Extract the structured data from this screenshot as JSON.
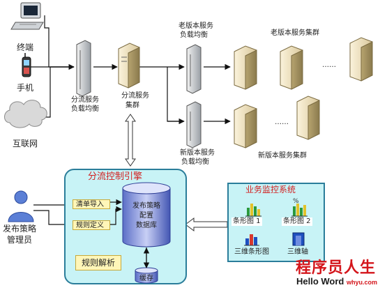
{
  "left": {
    "terminal": "终端",
    "phone": "手机",
    "internet": "互联网",
    "admin_line1": "发布策略",
    "admin_line2": "管理员"
  },
  "top": {
    "lb_main_line1": "分流服务",
    "lb_main_line2": "负载均衡",
    "cluster_main_line1": "分流服务",
    "cluster_main_line2": "集群",
    "old_lb_line1": "老版本服务",
    "old_lb_line2": "负载均衡",
    "old_cluster": "老版本服务集群",
    "new_lb_line1": "新版本服务",
    "new_lb_line2": "负载均衡",
    "new_cluster": "新版本服务集群",
    "ellipsis_old": "……",
    "ellipsis_new": "……"
  },
  "engine": {
    "title": "分流控制引擎",
    "import_list": "清单导入",
    "rule_define": "规则定义",
    "rule_parse": "规则解析",
    "db_line1": "发布策略",
    "db_line2": "配置",
    "db_line3": "数据库",
    "cache": "缓存"
  },
  "monitor": {
    "title": "业务监控系统",
    "items": [
      "条形图 1",
      "条形图 2",
      "三维条形图",
      "三维轴"
    ]
  },
  "watermark": {
    "title": "程序员人生",
    "sub": "Hello Word",
    "url": "whyu.com"
  },
  "colors": {
    "engine_bg": "#c8f3f6",
    "engine_border": "#2a7d9a",
    "accent_red": "#d21e1e",
    "yellow_box": "#fff6b8"
  }
}
